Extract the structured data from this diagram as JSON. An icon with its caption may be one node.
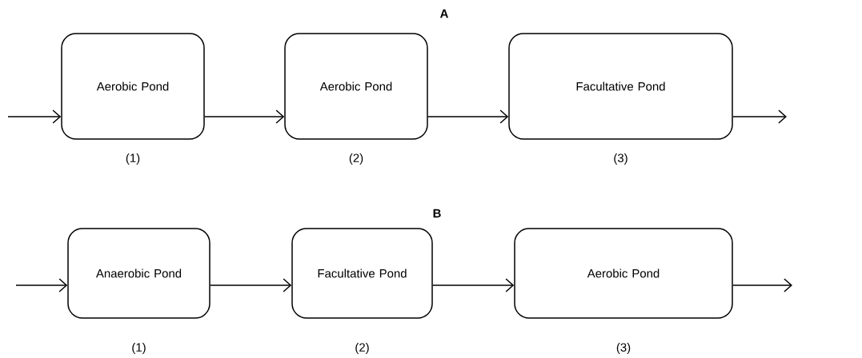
{
  "diagram": {
    "nodes": [
      {
        "text": [
          "Aerobic Pond"
        ],
        "beside": [
          "(1)"
        ]
      },
      {
        "text": [
          "Aerobic Pond"
        ],
        "beside": [
          "(2)"
        ]
      },
      {
        "text": [
          "Facultative Pond"
        ],
        "beside": [
          "(3)"
        ]
      },
      {
        "text": [
          "Anaerobic Pond"
        ],
        "beside": [
          "(1)"
        ]
      },
      {
        "text": [
          "Facultative Pond"
        ],
        "beside": [
          "(2)"
        ]
      },
      {
        "text": [
          "Aerobic Pond"
        ],
        "beside": [
          "(3)"
        ]
      }
    ],
    "edges": [
      {
        "from": null,
        "to": 0,
        "arrow": "to"
      },
      {
        "from": 0,
        "to": 1,
        "arrow": "to"
      },
      {
        "from": 1,
        "to": 2,
        "arrow": "to"
      },
      {
        "from": 2,
        "to": null,
        "arrow": "to"
      },
      {
        "from": null,
        "to": 3,
        "arrow": "to"
      },
      {
        "from": 3,
        "to": 4,
        "arrow": "to"
      },
      {
        "from": 4,
        "to": 5,
        "arrow": "to"
      },
      {
        "from": 5,
        "to": null,
        "arrow": "to"
      }
    ],
    "labels": [
      "A",
      "B"
    ]
  }
}
